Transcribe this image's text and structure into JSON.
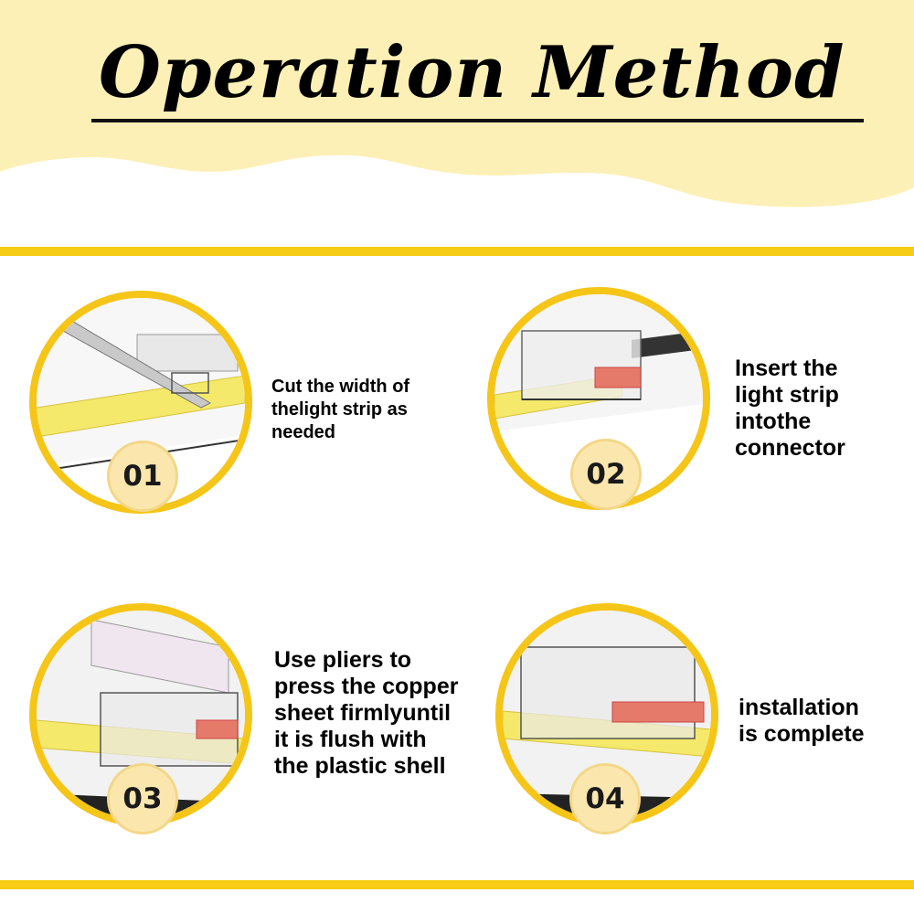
{
  "header": {
    "title": "Operation Method"
  },
  "colors": {
    "accent_yellow": "#f6cd14",
    "header_yellow": "#fdf0b6",
    "badge_fill": "#fbe7ae",
    "text": "#000000"
  },
  "steps": [
    {
      "number": "01",
      "text": "Cut the width of\nthelight strip as\nneeded",
      "illustration": "knife-cutting-strip"
    },
    {
      "number": "02",
      "text": "Insert the\nlight strip\nintothe\nconnector",
      "illustration": "strip-into-connector"
    },
    {
      "number": "03",
      "text": "Use pliers to\npress the copper\nsheet firmlyuntil\nit is flush with\nthe plastic shell",
      "illustration": "pressing-copper-sheet"
    },
    {
      "number": "04",
      "text": "installation\nis complete",
      "illustration": "completed-connection"
    }
  ]
}
